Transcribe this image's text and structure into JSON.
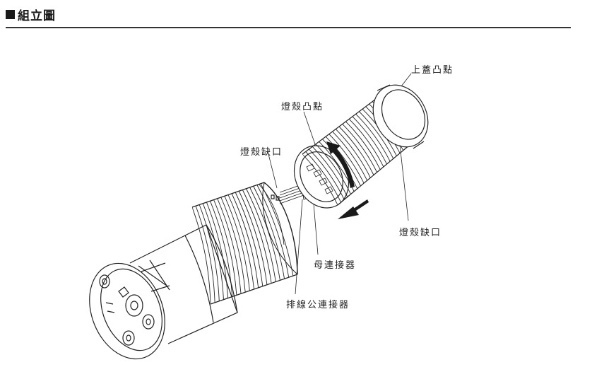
{
  "header": {
    "title": "組立圖"
  },
  "labels": {
    "top_cover_bump": "上蓋凸點",
    "shell_bump": "燈殼凸點",
    "shell_notch_left": "燈殼缺口",
    "shell_notch_right": "燈殼缺口",
    "female_connector": "母連接器",
    "ribbon_male_connector": "排線公連接器"
  },
  "colors": {
    "line": "#222222",
    "arrow": "#1a1a1a"
  }
}
